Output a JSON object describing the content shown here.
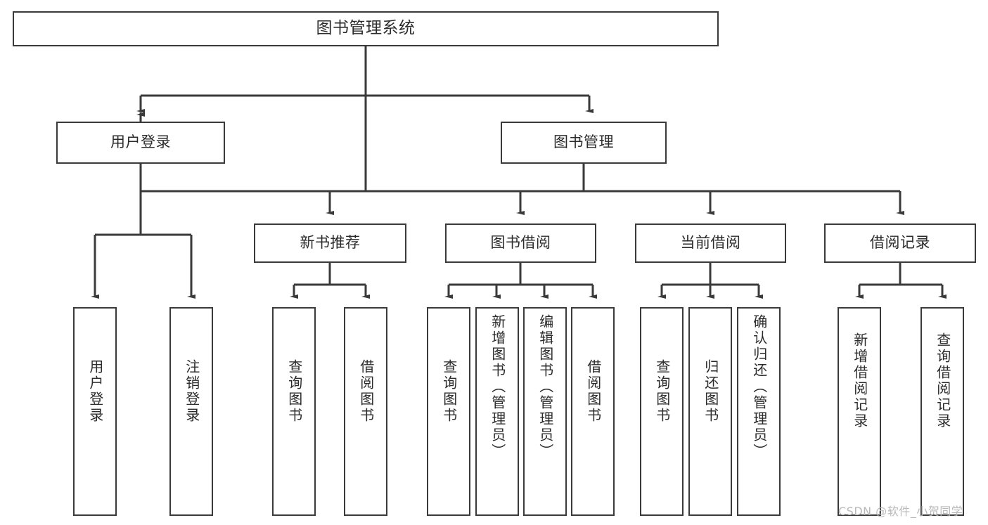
{
  "diagram": {
    "title_node": {
      "label": "图书管理系统"
    },
    "level1": [
      {
        "id": "user-login",
        "label": "用户登录"
      },
      {
        "id": "book-management",
        "label": "图书管理"
      }
    ],
    "level2": [
      {
        "id": "new-book-recommend",
        "label": "新书推荐"
      },
      {
        "id": "book-borrow",
        "label": "图书借阅"
      },
      {
        "id": "current-borrow",
        "label": "当前借阅"
      },
      {
        "id": "borrow-record",
        "label": "借阅记录"
      }
    ],
    "leaves": [
      {
        "id": "leaf-user-login",
        "label": "用户登录",
        "parent": "user-login"
      },
      {
        "id": "leaf-logout-login",
        "label": "注销登录",
        "parent": "user-login"
      },
      {
        "id": "leaf-query-book-1",
        "label": "查询图书",
        "parent": "new-book-recommend"
      },
      {
        "id": "leaf-borrow-book-1",
        "label": "借阅图书",
        "parent": "new-book-recommend"
      },
      {
        "id": "leaf-query-book-2",
        "label": "查询图书",
        "parent": "book-borrow"
      },
      {
        "id": "leaf-add-book",
        "label": "新增图书（管理员）",
        "parent": "book-borrow"
      },
      {
        "id": "leaf-edit-book",
        "label": "编辑图书（管理员）",
        "parent": "book-borrow"
      },
      {
        "id": "leaf-borrow-book-2",
        "label": "借阅图书",
        "parent": "book-borrow"
      },
      {
        "id": "leaf-query-book-3",
        "label": "查询图书",
        "parent": "current-borrow"
      },
      {
        "id": "leaf-return-book",
        "label": "归还图书",
        "parent": "current-borrow"
      },
      {
        "id": "leaf-confirm-return",
        "label": "确认归还（管理员）",
        "parent": "current-borrow"
      },
      {
        "id": "leaf-add-record",
        "label": "新增借阅记录",
        "parent": "borrow-record"
      },
      {
        "id": "leaf-query-record",
        "label": "查询借阅记录",
        "parent": "borrow-record"
      }
    ],
    "watermark": "CSDN @软件_小贺同学",
    "colors": {
      "stroke": "#3a3a3a",
      "text": "#2b2b2b",
      "background": "#ffffff",
      "watermark": "#b9b9b9"
    }
  }
}
